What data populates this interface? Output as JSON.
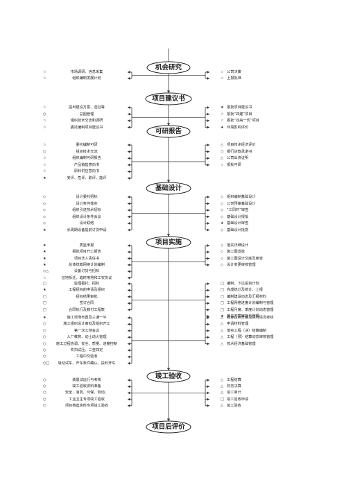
{
  "stages": [
    "机会研究",
    "项目建议书",
    "可研报告",
    "基础设计",
    "项目实施",
    "竣工验收",
    "项目后评价"
  ],
  "sections": [
    {
      "left": [
        {
          "mark": "☆",
          "text": "市场调研、信息采集"
        },
        {
          "mark": "☆",
          "text": "组织编制发展计划"
        }
      ],
      "right": [
        {
          "mark": "☆",
          "text": "公司决策"
        },
        {
          "mark": "☆",
          "text": "上报批准"
        }
      ]
    },
    {
      "left": [
        {
          "mark": "☆",
          "text": "提出建设方案、选址等"
        },
        {
          "mark": "○",
          "text": "总图管理"
        },
        {
          "mark": "☆",
          "text": "组织技术交流和调研"
        },
        {
          "mark": "☆",
          "text": "委托编制项目建议书"
        }
      ],
      "right": [
        {
          "mark": "★",
          "text": "报批项目建议书"
        },
        {
          "mark": "☆",
          "text": "报批“四建”项目"
        },
        {
          "mark": "☆",
          "text": "报批“双高一优”项目"
        },
        {
          "mark": "★",
          "text": "环境影响评价"
        }
      ]
    },
    {
      "left": [
        {
          "mark": "☆",
          "text": "委托编制可研"
        },
        {
          "mark": "○",
          "text": "组织技术交流"
        },
        {
          "mark": "☆",
          "text": "组织编制可研报告"
        },
        {
          "mark": "☆",
          "text": "产品销售意向书"
        },
        {
          "mark": "☆",
          "text": "原料供应意向书"
        },
        {
          "mark": "★",
          "text": "安评、危评、职评、能评"
        }
      ],
      "right": [
        {
          "mark": "△",
          "text": "项目技术经济评价"
        },
        {
          "mark": "○",
          "text": "银行贷款承诺书"
        },
        {
          "mark": "△",
          "text": "公司出资证明"
        },
        {
          "mark": "☆",
          "text": "报批可研"
        }
      ]
    },
    {
      "left": [
        {
          "mark": "◇",
          "text": "设计委托招标"
        },
        {
          "mark": "◇",
          "text": "设计条件落实"
        },
        {
          "mark": "◇",
          "text": "组织引进技术招标"
        },
        {
          "mark": "◇",
          "text": "组织设计条件会议"
        },
        {
          "mark": "◇",
          "text": "设计联络"
        },
        {
          "mark": "★",
          "text": "长周期设备提前订货申请"
        }
      ],
      "right": [
        {
          "mark": "◇",
          "text": "组织编制基础设计"
        },
        {
          "mark": "◇",
          "text": "公司预审基础设计"
        },
        {
          "mark": "◇",
          "text": "“三同时”审查"
        },
        {
          "mark": "◇",
          "text": "基础设计报批"
        },
        {
          "mark": "★",
          "text": "基础设计审查"
        },
        {
          "mark": "◇",
          "text": "基础设计批复"
        }
      ]
    },
    {
      "left": [
        {
          "mark": "★",
          "text": "质监申报"
        },
        {
          "mark": "★",
          "text": "报批项目开工报告"
        },
        {
          "mark": "★",
          "text": "项目法人责任书"
        },
        {
          "mark": "★",
          "text": "总体统筹网络计划编制"
        },
        {
          "mark": "◇△",
          "text": "设备订货与招标"
        },
        {
          "mark": "☆",
          "text": "征地拆迁、临时用地和工农协议"
        }
      ],
      "right": [
        {
          "mark": "◇",
          "text": "落实详细设计"
        },
        {
          "mark": "◇",
          "text": "施工图发放"
        },
        {
          "mark": "◇",
          "text": "施工图设计交底及审查"
        },
        {
          "mark": "◇",
          "text": "设计变更审核管理"
        }
      ]
    },
    {
      "left": [
        {
          "mark": "□",
          "text": "监理委托、招标"
        },
        {
          "mark": "★",
          "text": "工程招标的申请及组织"
        },
        {
          "mark": "□",
          "text": "招标结果审批"
        },
        {
          "mark": "□",
          "text": "签订合同"
        },
        {
          "mark": "□",
          "text": "合同执行及教付工程款"
        }
      ],
      "right": [
        {
          "mark": "□",
          "text": "编制、下达投资计划"
        },
        {
          "mark": "□",
          "text": "完成统计及统计、上报"
        },
        {
          "mark": "□",
          "text": "编制建设动态及汇报材料"
        },
        {
          "mark": "□",
          "text": "工程网络进度计划编制与管理"
        },
        {
          "mark": "□",
          "text": "工程月度、季度计划动态管理"
        },
        {
          "mark": "★",
          "text": "施工方案审批与管理"
        }
      ]
    },
    {
      "left": [
        {
          "mark": "★",
          "text": "施工现场布置及三通一平"
        },
        {
          "mark": "○",
          "text": "施工组织设计审批及组织开工"
        },
        {
          "mark": "○",
          "text": "第一次工地会议"
        },
        {
          "mark": "○",
          "text": "入厂教育、动土动火管理"
        },
        {
          "mark": "○",
          "text": "施工过程协调、安全、质量、进度控制"
        },
        {
          "mark": "○",
          "text": "吹扫试压、三查四定"
        },
        {
          "mark": "○",
          "text": "工程中交验收"
        },
        {
          "mark": "○□",
          "text": "吸动试车、开车条件确认、投料开车"
        }
      ],
      "right": [
        {
          "mark": "△",
          "text": "概算控制分解及执行情况考核"
        },
        {
          "mark": "△",
          "text": "申请材料管理"
        },
        {
          "mark": "△",
          "text": "落实工程（决）结算编制"
        },
        {
          "mark": "△",
          "text": "工程（预）结算动态审核管理"
        },
        {
          "mark": "△",
          "text": "技术经济基础管理"
        }
      ]
    },
    {
      "left": [
        {
          "mark": "○",
          "text": "装置试运行与考核"
        },
        {
          "mark": "○",
          "text": "竣工验收资料准备"
        },
        {
          "mark": "○",
          "text": "安全、消防、环保、劳动、"
        },
        {
          "mark": "○",
          "text": "工业卫生专项竣工验收"
        },
        {
          "mark": "○",
          "text": "项目档案资料专项竣工验收"
        }
      ],
      "right": [
        {
          "mark": "△",
          "text": "工程结算"
        },
        {
          "mark": "△",
          "text": "财务决算"
        },
        {
          "mark": "△",
          "text": "竣工审计"
        },
        {
          "mark": "□",
          "text": "竣工验收申请"
        },
        {
          "mark": "△",
          "text": "竣工验收"
        }
      ]
    }
  ]
}
